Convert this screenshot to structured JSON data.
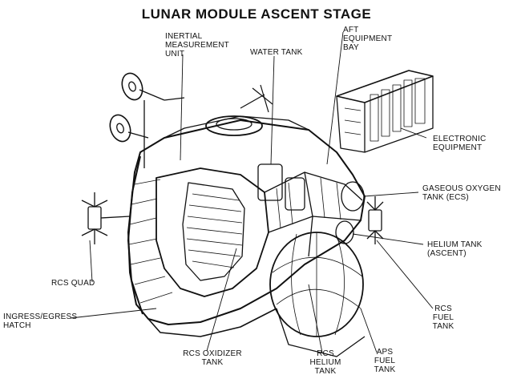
{
  "title": "LUNAR MODULE ASCENT STAGE",
  "labels": {
    "imu": "INERTIAL\nMEASUREMENT\nUNIT",
    "water_tank": "WATER TANK",
    "aft_bay": "AFT\nEQUIPMENT\nBAY",
    "electronic": "ELECTRONIC\nEQUIPMENT",
    "gox": "GASEOUS OXYGEN\nTANK (ECS)",
    "helium_ascent": "HELIUM TANK\n(ASCENT)",
    "rcs_fuel": "RCS\nFUEL\nTANK",
    "aps_fuel": "APS\nFUEL\nTANK",
    "rcs_helium": "RCS\nHELIUM\nTANK",
    "rcs_oxidizer": "RCS OXIDIZER\nTANK",
    "hatch": "INGRESS/EGRESS\nHATCH",
    "rcs_quad": "RCS QUAD"
  },
  "colors": {
    "ink": "#111111",
    "paper": "#ffffff"
  }
}
